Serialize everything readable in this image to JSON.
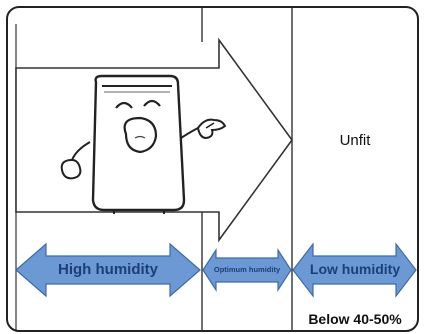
{
  "zones": {
    "right_top_text": "Unfit",
    "right_bottom_text": "Below 40-50%"
  },
  "arrows": {
    "high_label": "High humidity",
    "optimum_label": "Optimum humidity",
    "low_label": "Low humidity",
    "fill_color": "#6c99d3",
    "stroke_color": "#3f6aa6",
    "text_color": "#1d3f78"
  },
  "mascot": {
    "description_icon": "humidifier-mascot-icon"
  }
}
